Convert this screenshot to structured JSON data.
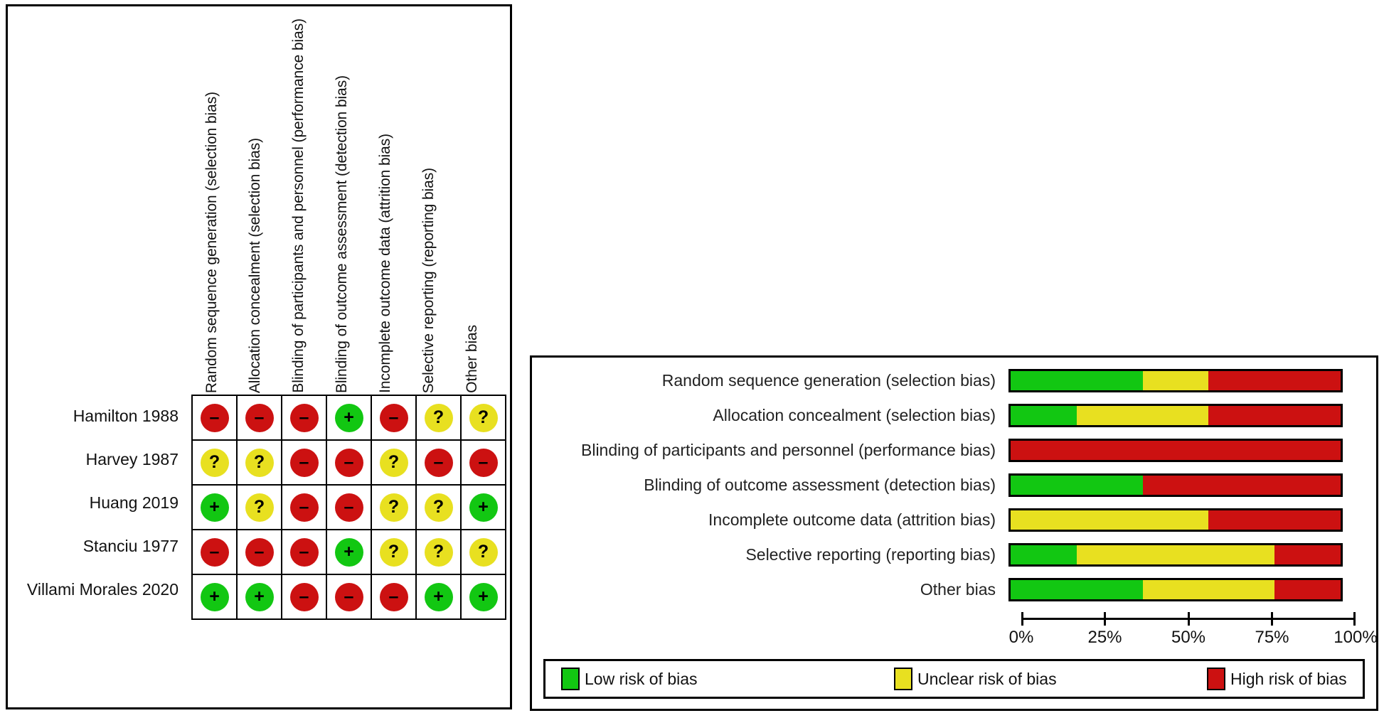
{
  "domains": [
    "Random sequence generation (selection bias)",
    "Allocation concealment (selection bias)",
    "Blinding of participants and personnel (performance bias)",
    "Blinding of outcome assessment (detection bias)",
    "Incomplete outcome data (attrition bias)",
    "Selective reporting (reporting bias)",
    "Other bias"
  ],
  "studies": [
    "Hamilton 1988",
    "Harvey 1987",
    "Huang 2019",
    "Stanciu 1977",
    "Villami Morales 2020"
  ],
  "judgement_symbols": {
    "low": "+",
    "unclear": "?",
    "high": "–"
  },
  "matrix": [
    {
      "study": "Hamilton 1988",
      "judgements": [
        "high",
        "high",
        "high",
        "low",
        "high",
        "unclear",
        "unclear"
      ]
    },
    {
      "study": "Harvey 1987",
      "judgements": [
        "unclear",
        "unclear",
        "high",
        "high",
        "unclear",
        "high",
        "high"
      ]
    },
    {
      "study": "Huang 2019",
      "judgements": [
        "low",
        "unclear",
        "high",
        "high",
        "unclear",
        "unclear",
        "low"
      ]
    },
    {
      "study": "Stanciu 1977",
      "judgements": [
        "high",
        "high",
        "high",
        "low",
        "unclear",
        "unclear",
        "unclear"
      ]
    },
    {
      "study": "Villami Morales 2020",
      "judgements": [
        "low",
        "low",
        "high",
        "high",
        "high",
        "low",
        "low"
      ]
    }
  ],
  "legend": [
    {
      "key": "low",
      "label": "Low risk of bias",
      "color": "#12c712"
    },
    {
      "key": "unclear",
      "label": "Unclear risk of bias",
      "color": "#e8e020"
    },
    {
      "key": "high",
      "label": "High risk of bias",
      "color": "#cc1111"
    }
  ],
  "axis": {
    "ticks": [
      "0%",
      "25%",
      "50%",
      "75%",
      "100%"
    ],
    "values": [
      0,
      25,
      50,
      75,
      100
    ]
  },
  "chart_data": {
    "type": "bar",
    "title": "",
    "xlabel": "",
    "ylabel": "",
    "xlim": [
      0,
      100
    ],
    "grid": false,
    "legend_position": "bottom",
    "orientation": "horizontal",
    "stacked": true,
    "unit": "percent",
    "categories": [
      "Random sequence generation (selection bias)",
      "Allocation concealment (selection bias)",
      "Blinding of participants and personnel (performance bias)",
      "Blinding of outcome assessment (detection bias)",
      "Incomplete outcome data (attrition bias)",
      "Selective reporting (reporting bias)",
      "Other bias"
    ],
    "series": [
      {
        "name": "Low risk of bias",
        "color": "#12c712",
        "values": [
          40,
          20,
          0,
          40,
          0,
          20,
          40
        ]
      },
      {
        "name": "Unclear risk of bias",
        "color": "#e8e020",
        "values": [
          20,
          40,
          0,
          0,
          60,
          60,
          40
        ]
      },
      {
        "name": "High risk of bias",
        "color": "#cc1111",
        "values": [
          40,
          40,
          100,
          60,
          40,
          20,
          20
        ]
      }
    ]
  }
}
